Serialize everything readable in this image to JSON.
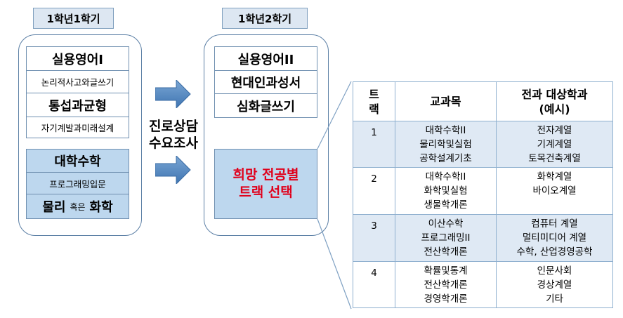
{
  "semester1": {
    "title": "1학년1학기",
    "white_items": [
      "실용영어I",
      "논리적사고와글쓰기",
      "통섭과균형",
      "자기계발과미래설계"
    ],
    "blue_items": [
      "대학수학",
      "프로그래밍입문"
    ],
    "last_item": {
      "left": "물리",
      "connector": "혹은",
      "right": "화학"
    }
  },
  "semester2": {
    "title": "1학년2학기",
    "white_items": [
      "실용영어II",
      "현대인과성서",
      "심화글쓰기"
    ],
    "highlight": [
      "희망 전공별",
      "트랙 선택"
    ]
  },
  "middle_label": [
    "진로상담",
    "수요조사"
  ],
  "colors": {
    "highlight_text": "#e0001b",
    "blue_fill": "#bdd7ee",
    "border": "#5b7fa5"
  },
  "table": {
    "headers": [
      "트랙",
      "교과목",
      "전과 대상학과",
      "(예시)"
    ],
    "rows": [
      {
        "track": "1",
        "courses": [
          "대학수학II",
          "물리학및실험",
          "공학설계기초"
        ],
        "departments": [
          "전자계열",
          "기계계열",
          "토목건축계열"
        ]
      },
      {
        "track": "2",
        "courses": [
          "대학수학II",
          "화학및실험",
          "생물학개론"
        ],
        "departments": [
          "화학계열",
          "바이오계열"
        ]
      },
      {
        "track": "3",
        "courses": [
          "이산수학",
          "프로그래밍II",
          "전산학개론"
        ],
        "departments": [
          "컴퓨터 계열",
          "멀티미디어 계열",
          "수학, 산업경영공학"
        ]
      },
      {
        "track": "4",
        "courses": [
          "확률및통계",
          "전산학개론",
          "경영학개론"
        ],
        "departments": [
          "인문사회",
          "경상계열",
          "기타"
        ]
      }
    ]
  }
}
